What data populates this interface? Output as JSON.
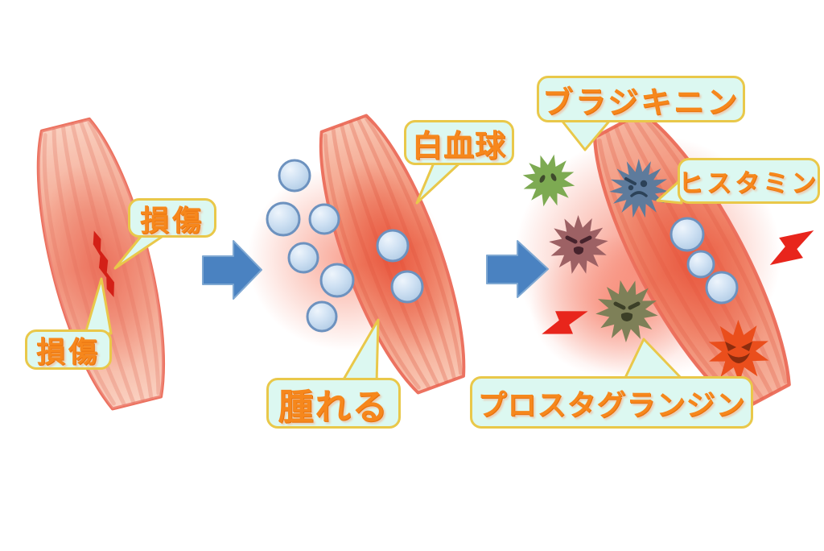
{
  "labels": {
    "damage_top": "損傷",
    "damage_bottom": "損傷",
    "white_blood_cells": "白血球",
    "swelling": "腫れる",
    "bradykinin": "ブラジキニン",
    "histamine": "ヒスタミン",
    "prostaglandin": "プロスタグランジン"
  },
  "icons": {
    "stage_arrow": "right-arrow-icon",
    "pain_flash": "lightning-bolt-icon",
    "white_blood_cell": "blue-sphere-icon",
    "inflammation_mediator": "spiky-germ-icon",
    "muscle": "fusiform-muscle-shape",
    "wound": "jagged-tear-shape"
  },
  "colors": {
    "label_bg": "#dcf8f1",
    "label_border": "#e9c84a",
    "label_text": "#f6871c",
    "label_text_shadow": "#e8720e",
    "arrow_blue": "#4a82c1",
    "muscle_outline": "#ec7260",
    "muscle_light": "#f9c8b5",
    "muscle_mid": "#f3997f",
    "muscle_deep": "#f08166",
    "inflammation_red": "#f45e40",
    "wound_red": "#d32017",
    "bolt_red": "#e8251c",
    "cell_border": "#6d92bf",
    "germ_green": "#7daa52",
    "germ_green_face": "#3e4a2c",
    "germ_blue": "#5e7b9c",
    "germ_blue_face": "#2c4258",
    "germ_maroon": "#9d6164",
    "germ_maroon_face": "#46232c",
    "germ_olive": "#7e8058",
    "germ_olive_face": "#3c3f27",
    "germ_orange": "#ea4e1c",
    "germ_orange_face": "#8c2c0e"
  }
}
